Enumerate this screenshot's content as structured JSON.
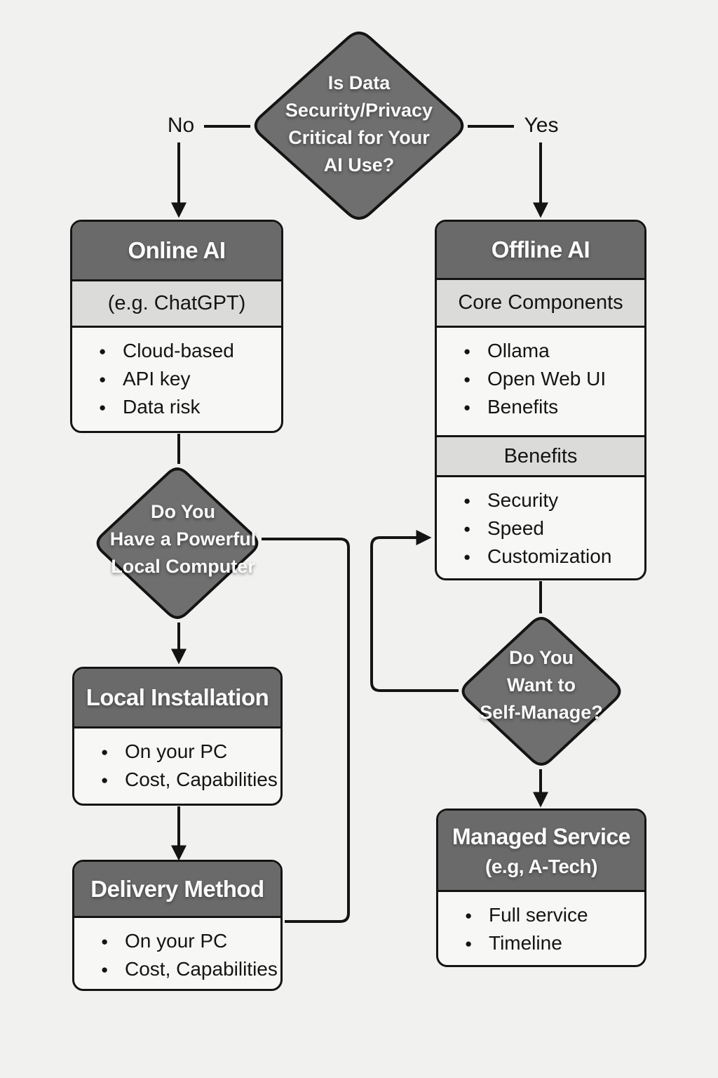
{
  "palette": {
    "background": "#f1f1ef",
    "node_header_gray": "#6a6a6a",
    "diamond_gray": "#6f6f6f",
    "subheader_band_gray": "#dbdbd9",
    "node_body": "#f7f7f5",
    "line_black": "#141414",
    "text_light": "#fbfbfb",
    "text_dark": "#141414"
  },
  "decision_main": {
    "lines": [
      "Is Data",
      "Security/Privacy",
      "Critical for Your",
      "AI Use?"
    ],
    "no_label": "No",
    "yes_label": "Yes"
  },
  "online_ai": {
    "title": "Online AI",
    "subtitle": "(e.g. ChatGPT)",
    "bullets": [
      "Cloud-based",
      "API key",
      "Data risk"
    ]
  },
  "offline_ai": {
    "title": "Offline AI",
    "section1": {
      "header": "Core Components",
      "bullets": [
        "Ollama",
        "Open Web UI",
        "Benefits"
      ]
    },
    "section2": {
      "header": "Benefits",
      "bullets": [
        "Security",
        "Speed",
        "Customization"
      ]
    }
  },
  "decision_local": {
    "lines": [
      "Do You",
      "Have a Powerful",
      "Local Computer"
    ]
  },
  "local_installation": {
    "title": "Local Installation",
    "bullets": [
      "On your PC",
      "Cost, Capabilities"
    ]
  },
  "delivery_method": {
    "title": "Delivery Method",
    "bullets": [
      "On your PC",
      "Cost, Capabilities"
    ]
  },
  "decision_manage": {
    "lines": [
      "Do You",
      "Want to",
      "Self-Manage?"
    ]
  },
  "managed_service": {
    "title": "Managed Service",
    "subtitle": "(e.g, A-Tech)",
    "bullets": [
      "Full service",
      "Timeline"
    ]
  }
}
